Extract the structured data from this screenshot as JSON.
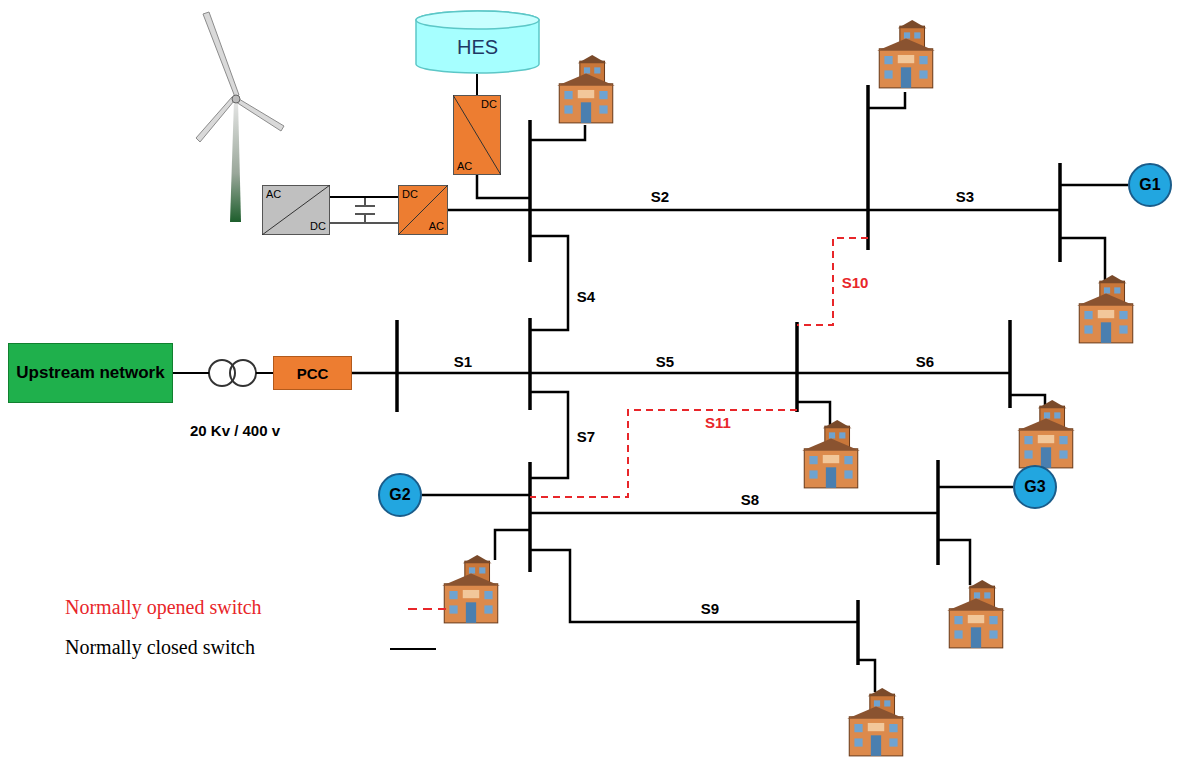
{
  "diagram": {
    "nodes": [
      {
        "text": [
          "Upstream network"
        ]
      },
      {
        "text": [
          "PCC"
        ]
      },
      {
        "text": [
          "HES"
        ]
      },
      {
        "text": [
          "DC",
          "AC"
        ]
      },
      {
        "text": [
          "AC",
          "DC"
        ]
      },
      {
        "text": [
          "DC",
          "AC"
        ]
      },
      {
        "text": [
          "G1"
        ]
      },
      {
        "text": [
          "G2"
        ]
      },
      {
        "text": [
          "G3"
        ]
      }
    ],
    "edges": [
      {
        "from": 0,
        "to": 1,
        "arrow": "none"
      },
      {
        "from": 2,
        "to": 3,
        "arrow": "none"
      },
      {
        "from": 4,
        "to": 5,
        "arrow": "none"
      }
    ],
    "labels": [
      "20 Kv / 400 v",
      "S1",
      "S2",
      "S3",
      "S4",
      "S5",
      "S6",
      "S7",
      "S8",
      "S9",
      "S10",
      "S11"
    ],
    "legend": [
      {
        "text": "Normally opened switch"
      },
      {
        "text": "Normally closed switch"
      }
    ]
  }
}
